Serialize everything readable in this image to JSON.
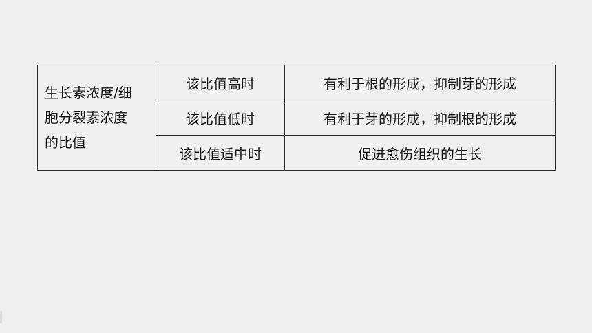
{
  "table": {
    "row_header": {
      "lines": [
        "生长素浓度/细",
        "胞分裂素浓度",
        "的比值"
      ]
    },
    "rows": [
      {
        "condition": "该比值高时",
        "effect": "有利于根的形成，抑制芽的形成"
      },
      {
        "condition": "该比值低时",
        "effect": "有利于芽的形成，抑制根的形成"
      },
      {
        "condition": "该比值适中时",
        "effect": "促进愈伤组织的生长"
      }
    ]
  }
}
